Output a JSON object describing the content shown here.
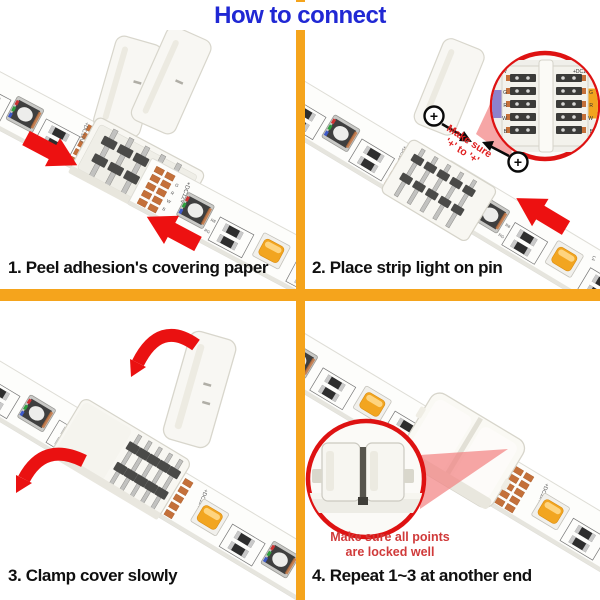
{
  "title": "How to connect",
  "colors": {
    "divider": "#F5A41C",
    "title_blue": "#2028D4",
    "arrow_red": "#ED1111",
    "note_red": "#D03A3A",
    "plus_note_red": "#E02020",
    "magnifier_red": "#DE1212",
    "copper_pad": "#C4703A",
    "amber_led": "#F2A520"
  },
  "panels": [
    {
      "caption": "1. Peel adhesion's covering paper"
    },
    {
      "caption": "2. Place strip light on pin",
      "note_line1": "Make sure",
      "note_line2": "'+' to '+'"
    },
    {
      "caption": "3. Clamp cover slowly"
    },
    {
      "caption": "4. Repeat 1~3 at another end",
      "note_line1": "Make sure all points",
      "note_line2": "are locked well"
    }
  ],
  "strip": {
    "power_label": "+DC12V",
    "pin_labels": [
      "G",
      "R",
      "W",
      "B"
    ],
    "component_labels": [
      "L4",
      "R8",
      "RG",
      "L5"
    ]
  },
  "inset": {
    "left_labels": [
      "+DC12V",
      "G",
      "R",
      "W",
      "B"
    ],
    "right_labels": [
      "+DC12V",
      "G",
      "R",
      "W",
      "B"
    ]
  },
  "symbols": {
    "plus": "+"
  }
}
